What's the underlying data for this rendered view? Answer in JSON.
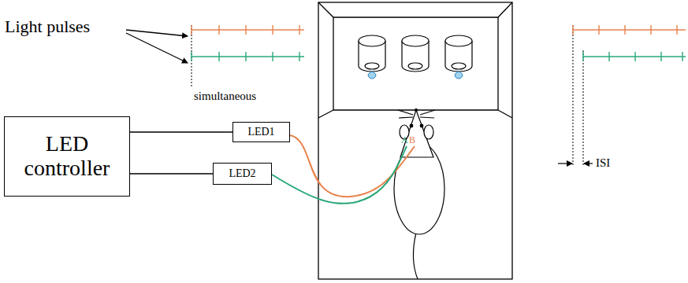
{
  "diagram": {
    "nodes": [
      {
        "text": [
          "LED controller"
        ]
      },
      {
        "text": [
          "LED1"
        ]
      },
      {
        "text": [
          "LED2"
        ]
      }
    ],
    "edges": [
      {
        "from": 0,
        "to": 1,
        "arrow": "none"
      },
      {
        "from": 0,
        "to": 2,
        "arrow": "none"
      }
    ],
    "labels": [
      "Light pulses",
      "simultaneous",
      "ISI",
      "A",
      "B"
    ]
  }
}
